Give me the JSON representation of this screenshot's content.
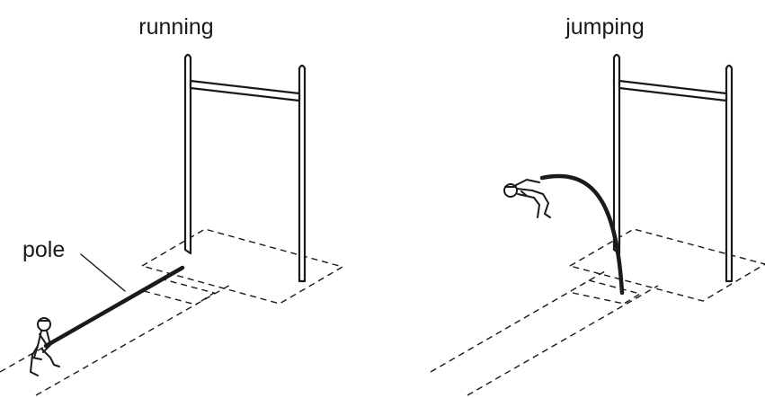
{
  "panels": {
    "left": {
      "title": "running"
    },
    "right": {
      "title": "jumping"
    }
  },
  "annotations": {
    "pole_label": "pole"
  },
  "colors": {
    "ink": "#1a1a1a",
    "background": "#ffffff"
  }
}
